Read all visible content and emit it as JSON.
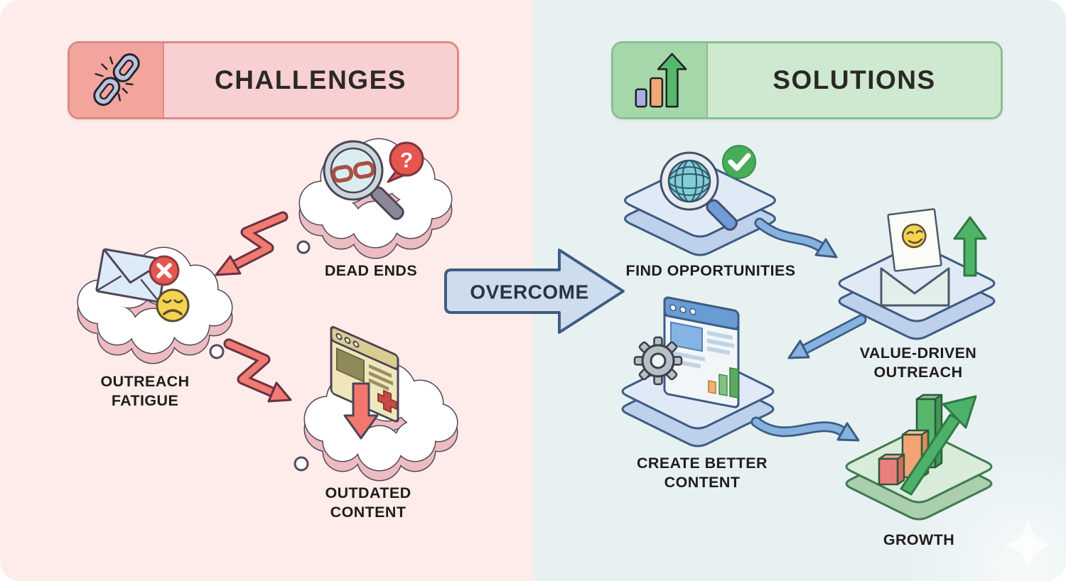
{
  "background": {
    "left": "#fdecea",
    "right": "#e8f1f2"
  },
  "headers": {
    "challenges": {
      "label": "CHALLENGES",
      "icon": "broken-link-icon",
      "icon_box_color": "#f2a49d",
      "bar_color": "#f8d0d2",
      "border_color": "#d98b83"
    },
    "solutions": {
      "label": "SOLUTIONS",
      "icon": "bar-chart-up-icon",
      "icon_box_color": "#a6d7aa",
      "bar_color": "#cfe9d0",
      "border_color": "#87c08d"
    }
  },
  "center_arrow": {
    "label": "OVERCOME",
    "fill": "#cdddee",
    "border": "#3e5c82"
  },
  "challenges": {
    "nodes": [
      {
        "id": "dead-ends",
        "lines": [
          "DEAD ENDS"
        ],
        "icon": "magnifier-broken-link-icon",
        "bubble_glyph": "?"
      },
      {
        "id": "outreach-fatigue",
        "lines": [
          "OUTREACH",
          "FATIGUE"
        ],
        "icon": "rejected-email-sad-face-icon"
      },
      {
        "id": "outdated-content",
        "lines": [
          "OUTDATED",
          "CONTENT"
        ],
        "icon": "old-webpage-down-arrow-icon"
      }
    ],
    "connector_color": "#ef7b72"
  },
  "solutions": {
    "nodes": [
      {
        "id": "find-opportunities",
        "lines": [
          "FIND OPPORTUNITIES"
        ],
        "icon": "globe-magnifier-check-icon"
      },
      {
        "id": "value-driven-outreach",
        "lines": [
          "VALUE-DRIVEN",
          "OUTREACH"
        ],
        "icon": "friendly-email-up-arrow-icon"
      },
      {
        "id": "create-better-content",
        "lines": [
          "CREATE BETTER",
          "CONTENT"
        ],
        "icon": "webpage-gear-icon"
      },
      {
        "id": "growth",
        "lines": [
          "GROWTH"
        ],
        "icon": "growth-bars-arrow-icon"
      }
    ],
    "connector_color": "#85b2de"
  }
}
